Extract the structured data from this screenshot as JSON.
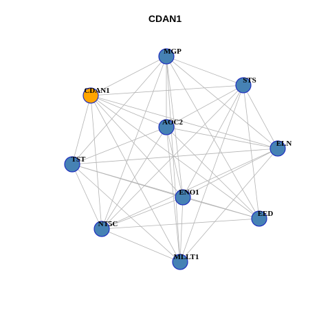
{
  "title": "CDAN1",
  "colors": {
    "focus": "#FFA500",
    "node": "#4682B4",
    "edge": "#B3B3B3"
  },
  "nodes": [
    {
      "id": "MGP",
      "label": "MGP",
      "focus": false
    },
    {
      "id": "STS",
      "label": "STS",
      "focus": false
    },
    {
      "id": "CDAN1",
      "label": "CDAN1",
      "focus": true
    },
    {
      "id": "AOC2",
      "label": "AOC2",
      "focus": false
    },
    {
      "id": "ELN",
      "label": "ELN",
      "focus": false
    },
    {
      "id": "TST",
      "label": "TST",
      "focus": false
    },
    {
      "id": "ENO1",
      "label": "ENO1",
      "focus": false
    },
    {
      "id": "EED",
      "label": "EED",
      "focus": false
    },
    {
      "id": "NT5C",
      "label": "NT5C",
      "focus": false
    },
    {
      "id": "MLLT1",
      "label": "MLLT1",
      "focus": false
    }
  ],
  "edges": [
    [
      "MGP",
      "STS"
    ],
    [
      "MGP",
      "CDAN1"
    ],
    [
      "MGP",
      "AOC2"
    ],
    [
      "MGP",
      "ELN"
    ],
    [
      "MGP",
      "TST"
    ],
    [
      "MGP",
      "ENO1"
    ],
    [
      "MGP",
      "EED"
    ],
    [
      "MGP",
      "NT5C"
    ],
    [
      "MGP",
      "MLLT1"
    ],
    [
      "STS",
      "CDAN1"
    ],
    [
      "STS",
      "AOC2"
    ],
    [
      "STS",
      "ELN"
    ],
    [
      "STS",
      "ENO1"
    ],
    [
      "STS",
      "EED"
    ],
    [
      "STS",
      "NT5C"
    ],
    [
      "STS",
      "MLLT1"
    ],
    [
      "CDAN1",
      "AOC2"
    ],
    [
      "CDAN1",
      "ELN"
    ],
    [
      "CDAN1",
      "TST"
    ],
    [
      "CDAN1",
      "ENO1"
    ],
    [
      "CDAN1",
      "EED"
    ],
    [
      "CDAN1",
      "NT5C"
    ],
    [
      "CDAN1",
      "MLLT1"
    ],
    [
      "AOC2",
      "ELN"
    ],
    [
      "AOC2",
      "TST"
    ],
    [
      "AOC2",
      "ENO1"
    ],
    [
      "AOC2",
      "EED"
    ],
    [
      "AOC2",
      "NT5C"
    ],
    [
      "AOC2",
      "MLLT1"
    ],
    [
      "ELN",
      "TST"
    ],
    [
      "ELN",
      "ENO1"
    ],
    [
      "ELN",
      "NT5C"
    ],
    [
      "ELN",
      "MLLT1"
    ],
    [
      "TST",
      "ENO1"
    ],
    [
      "TST",
      "EED"
    ],
    [
      "TST",
      "NT5C"
    ],
    [
      "TST",
      "MLLT1"
    ],
    [
      "ENO1",
      "EED"
    ],
    [
      "ENO1",
      "NT5C"
    ],
    [
      "ENO1",
      "MLLT1"
    ],
    [
      "EED",
      "NT5C"
    ],
    [
      "NT5C",
      "MLLT1"
    ]
  ]
}
